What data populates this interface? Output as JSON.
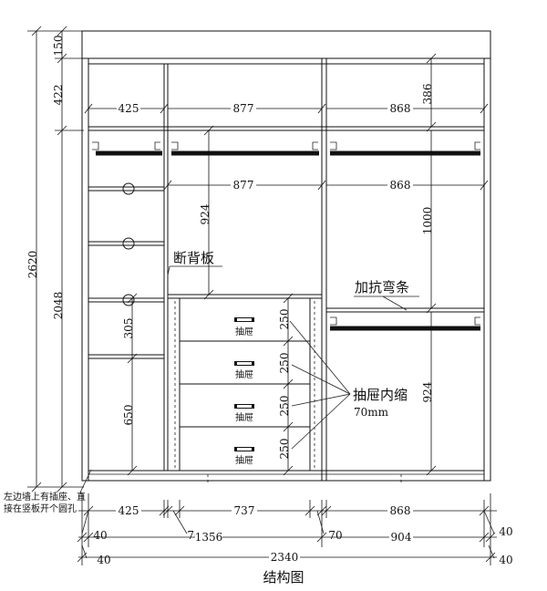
{
  "title": "结构图",
  "dims": {
    "h150": "150",
    "h422": "422",
    "h2620": "2620",
    "h2048": "2048",
    "h305": "305",
    "h650": "650",
    "h386": "386",
    "h924a": "924",
    "h1000": "1000",
    "h924b": "924",
    "d250_1": "250",
    "d250_2": "250",
    "d250_3": "250",
    "d250_4": "250",
    "w425_top": "425",
    "w877_top": "877",
    "w868_top": "868",
    "w877_mid": "877",
    "w868_mid": "868",
    "w425_bot": "425",
    "w737": "737",
    "w868_bot": "868",
    "w40_a": "40",
    "w70_a": "70",
    "w1356": "1356",
    "w70_b": "70",
    "w904": "904",
    "w40_b": "40",
    "w40_c": "40",
    "w2340": "2340",
    "w40_d": "40"
  },
  "labels": {
    "back_panel": "断背板",
    "anti_bend": "加抗弯条",
    "drawer_note_1": "抽屉内缩",
    "drawer_note_2": "70mm",
    "drawer": "抽屉",
    "side_note_1": "左边墙上有插座、直",
    "side_note_2": "接在竖板开个圆孔"
  }
}
